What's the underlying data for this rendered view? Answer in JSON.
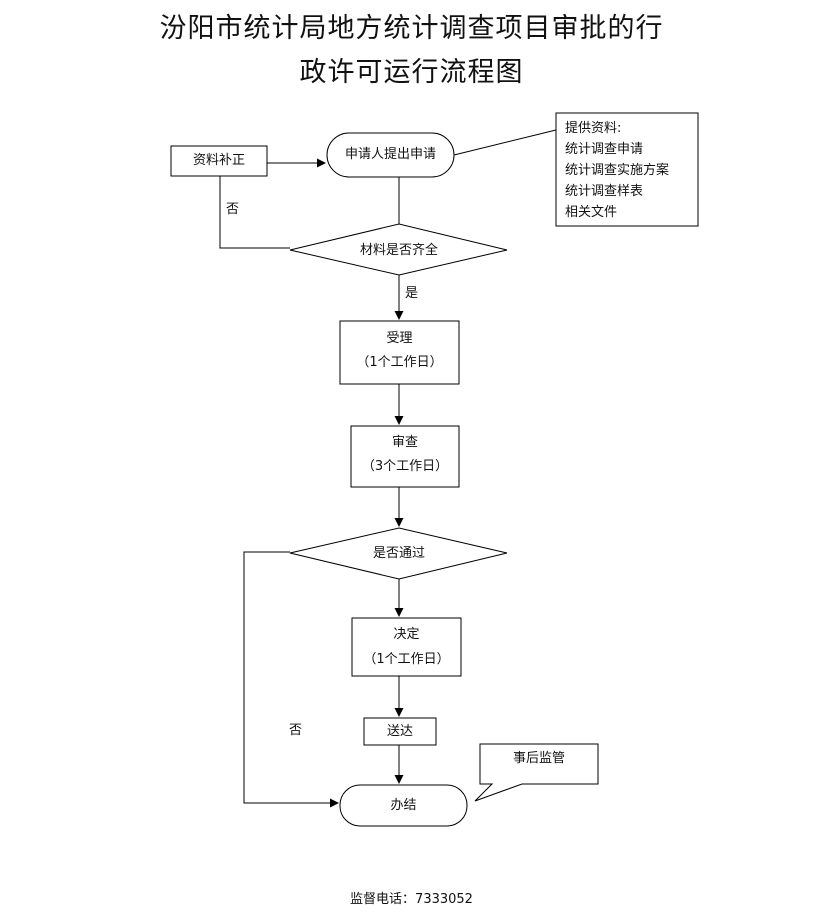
{
  "title": {
    "line1": "汾阳市统计局地方统计调查项目审批的行",
    "line2": "政许可运行流程图"
  },
  "nodes": {
    "supplement": "资料补正",
    "apply": "申请人提出申请",
    "provide_title": "提供资料:",
    "provide_items": [
      "统计调查申请",
      "统计调查实施方案",
      "统计调查样表",
      "相关文件"
    ],
    "check_materials": "材料是否齐全",
    "accept": "受理",
    "accept_time": "（1个工作日）",
    "review": "审查",
    "review_time": "（3个工作日）",
    "pass": "是否通过",
    "decide": "决定",
    "decide_time": "（1个工作日）",
    "deliver": "送达",
    "post_supervise": "事后监管",
    "finish": "办结"
  },
  "edges": {
    "no1": "否",
    "yes1": "是",
    "no2": "否"
  },
  "footer": "监督电话：7333052"
}
